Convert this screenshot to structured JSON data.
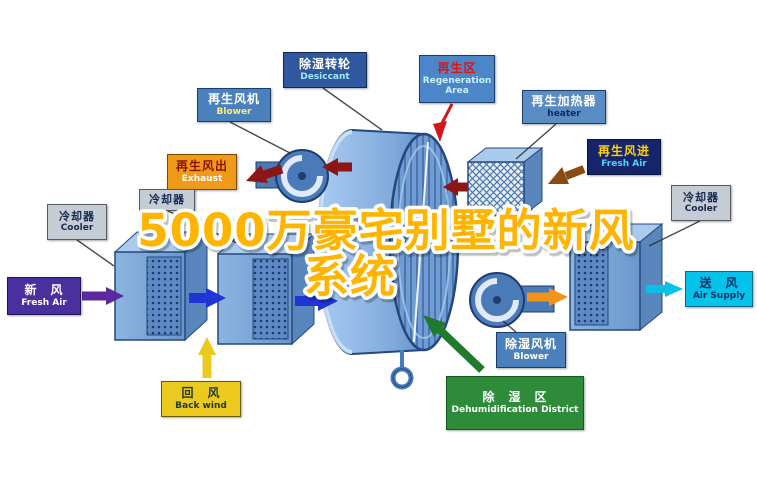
{
  "title": {
    "line1": "5000万豪宅别墅的新风",
    "line2": "系统"
  },
  "labels": {
    "desiccant": {
      "zh": "除湿转轮",
      "en": "Desiccant"
    },
    "regen_area": {
      "zh": "再生区",
      "en": "Regeneration Area"
    },
    "regen_blower": {
      "zh": "再生风机",
      "en": "Blower"
    },
    "regen_heater": {
      "zh": "再生加热器",
      "en": "heater"
    },
    "exhaust": {
      "zh": "再生风出",
      "en": "Exhaust"
    },
    "regen_fresh_air": {
      "zh": "再生风进",
      "en": "Fresh Air"
    },
    "cooler_mid": {
      "zh": "冷却器"
    },
    "cooler_left": {
      "zh": "冷却器",
      "en": "Cooler"
    },
    "cooler_right": {
      "zh": "冷却器",
      "en": "Cooler"
    },
    "fresh_air": {
      "zh": "新　风",
      "en": "Fresh Air"
    },
    "air_supply": {
      "zh": "送　风",
      "en": "Air Supply"
    },
    "back_wind": {
      "zh": "回　风",
      "en": "Back wind"
    },
    "dehumid_blower": {
      "zh": "除湿风机",
      "en": "Blower"
    },
    "dehumid_district": {
      "zh": "除　湿　区",
      "en": "Dehumidification District"
    }
  },
  "colors": {
    "fresh_air_arrow": "#5a2a9e",
    "supply_arrow": "#1f35d4",
    "return_air_arrow": "#ecc91e",
    "dehumid_arrow": "#1f7a2e",
    "process_out_arrow": "#ef9418",
    "supply_out_arrow": "#08c0e8",
    "regen_exhaust_arrow": "#8c1616",
    "regen_area_pointer": "#d01818",
    "regen_inlet_arrow": "#8a4a14",
    "title_fill": "#ffb400",
    "title_outline": "#ffffff"
  }
}
